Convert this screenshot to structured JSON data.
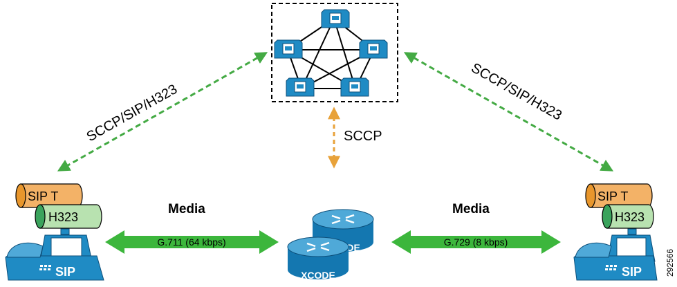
{
  "signaling_left_label": "SCCP/SIP/H323",
  "signaling_right_label": "SCCP/SIP/H323",
  "sccp_label": "SCCP",
  "media_left_label": "Media",
  "media_right_label": "Media",
  "codec_left_label": "G.711 (64 kbps)",
  "codec_right_label": "G.729 (8 kbps)",
  "xcode_front_label": "XCODE",
  "xcode_back_label": "XCODE",
  "left_trunk_sip": "SIP T",
  "left_trunk_h323": "H323",
  "right_trunk_sip": "SIP T",
  "right_trunk_h323": "H323",
  "left_phone_label": "SIP",
  "right_phone_label": "SIP",
  "figure_id": "292566",
  "colors": {
    "green": "#3cb63c",
    "dashed_green": "#44aa44",
    "orange_dashed": "#e8a23a",
    "sip_trunk_fill": "#f3b267",
    "h323_trunk_fill": "#b8e2b0",
    "cisco_blue": "#1f8bc4",
    "cluster_border": "#000000"
  }
}
